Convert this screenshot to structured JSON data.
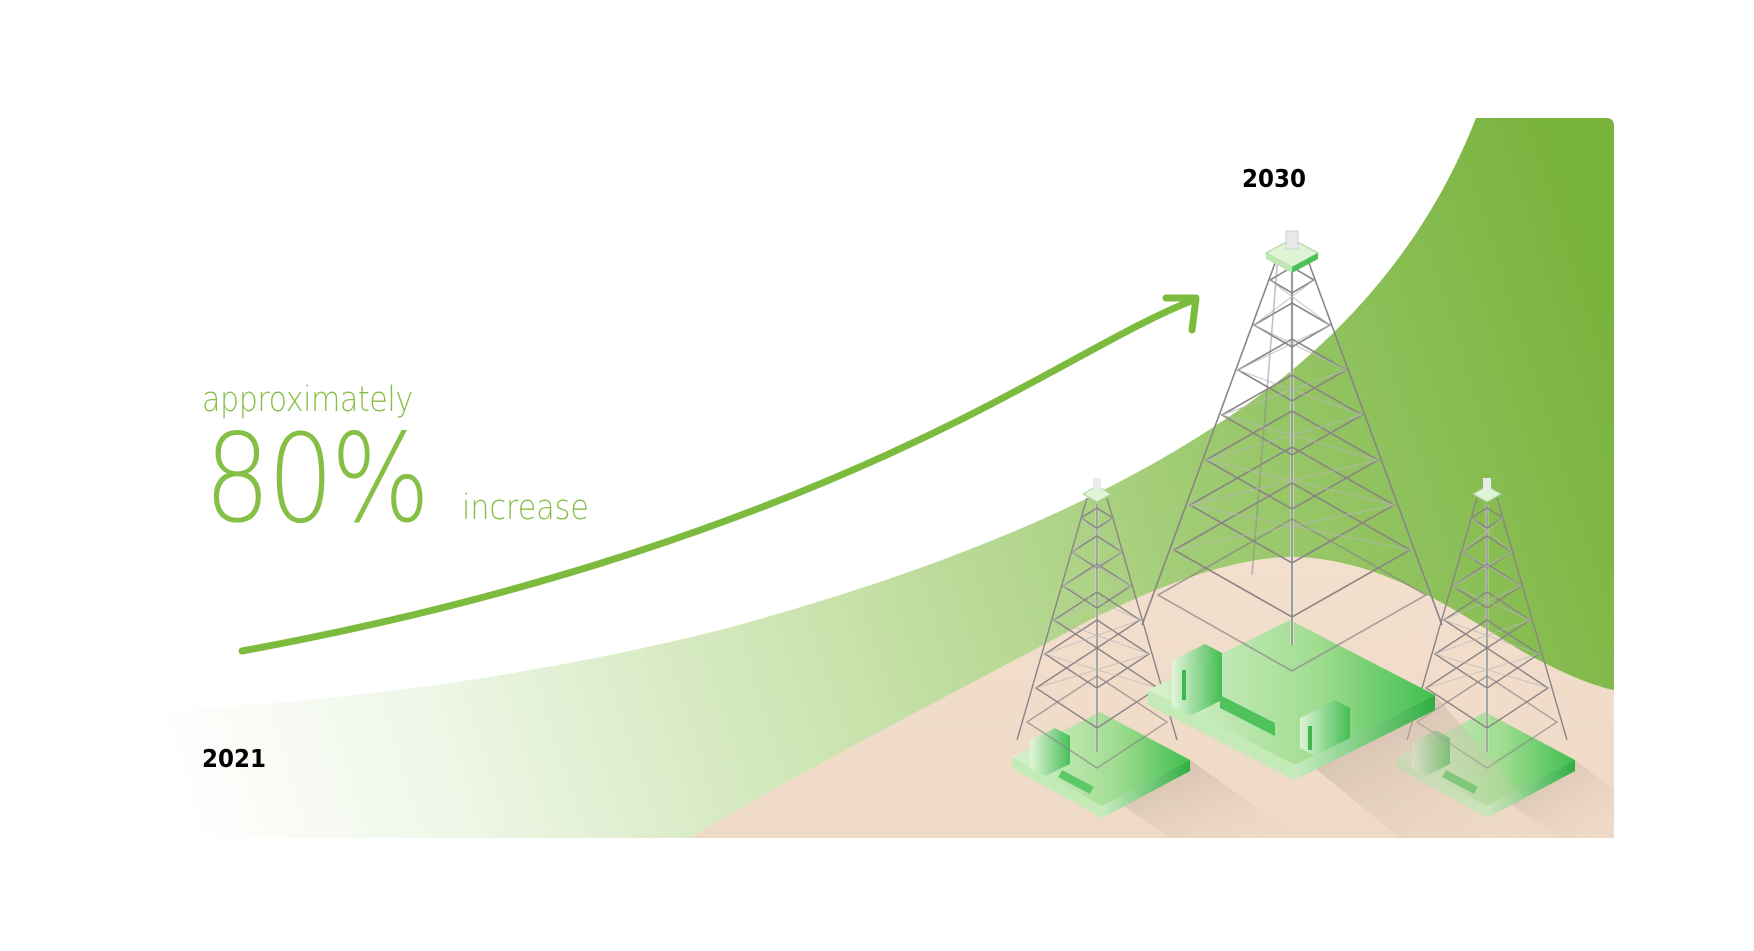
{
  "infographic": {
    "headline": {
      "prefix": "approximately",
      "value": "80%",
      "suffix": "increase"
    },
    "timeline": {
      "start_year": "2021",
      "end_year": "2030"
    },
    "illustration": {
      "subject": "three lattice drilling towers on green platforms",
      "tower_count": 3
    },
    "colors": {
      "accent_green": "#86bf46",
      "panel_green_dark": "#7ab33f",
      "panel_green_light": "#e6f1da",
      "ground_sand": "#f1dccb",
      "platform_green": "#4cc05a",
      "year_text": "#000000"
    }
  }
}
